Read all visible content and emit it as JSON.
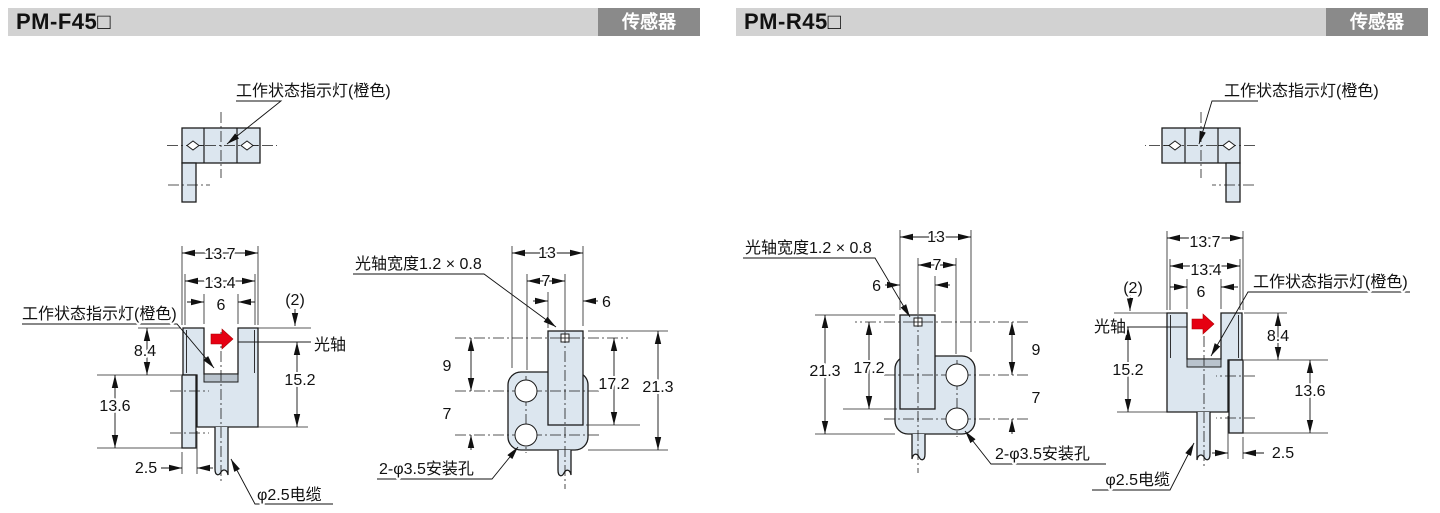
{
  "panels": [
    {
      "model": "PM-F45□",
      "badge": "传感器",
      "labels": {
        "indicator": "工作状态指示灯(橙色)",
        "optical_axis": "光轴",
        "beam": "光轴宽度1.2 × 0.8",
        "holes": "2-φ3.5安装孔",
        "cable": "φ2.5电缆"
      },
      "dims": {
        "w_outer": "13.7",
        "w_inner": "13.4",
        "w_slot": "6",
        "offset_top": "(2)",
        "h_upper": "8.4",
        "h_axis_bottom": "15.2",
        "h_flange": "13.6",
        "t_flange": "2.5",
        "fw": "13",
        "d_axis_hole": "7",
        "fw_head": "6",
        "d9": "9",
        "d7": "7",
        "h172": "17.2",
        "h213": "21.3"
      }
    },
    {
      "model": "PM-R45□",
      "badge": "传感器",
      "labels": {
        "indicator": "工作状态指示灯(橙色)",
        "optical_axis": "光轴",
        "beam": "光轴宽度1.2 × 0.8",
        "holes": "2-φ3.5安装孔",
        "cable": "φ2.5电缆"
      },
      "dims": {
        "w_outer": "13.7",
        "w_inner": "13.4",
        "w_slot": "6",
        "offset_top": "(2)",
        "h_upper": "8.4",
        "h_axis_bottom": "15.2",
        "h_flange": "13.6",
        "t_flange": "2.5",
        "fw": "13",
        "d_axis_hole": "7",
        "fw_head": "6",
        "d9": "9",
        "d7": "7",
        "h172": "17.2",
        "h213": "21.3"
      }
    }
  ],
  "colors": {
    "header_bg": "#d2d2d2",
    "badge_bg": "#8a8a8a",
    "body_fill": "#dce6ef",
    "floor_fill": "#b9c3cd",
    "arrow_red": "#e60012"
  }
}
